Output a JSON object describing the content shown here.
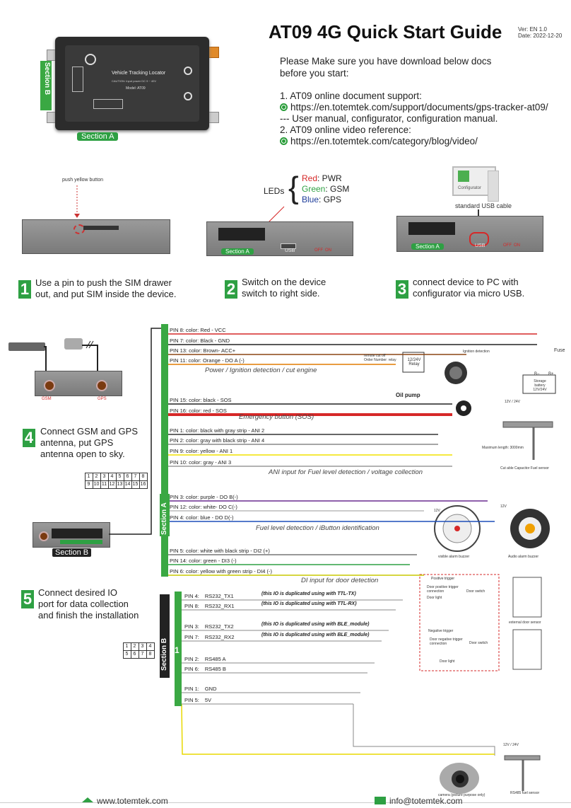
{
  "header": {
    "title": "AT09 4G Quick Start Guide",
    "version": "Ver: EN 1.0",
    "date": "Date: 2022-12-20"
  },
  "intro": {
    "line1": "Please Make sure you have download below docs",
    "line2": "before you start:",
    "item1": "1. AT09 online document support:",
    "link1": "https://en.totemtek.com/support/documents/gps-tracker-at09/",
    "item1_desc": "--- User manual, configurator, configuration manual.",
    "item2": "2. AT09 online video reference:",
    "link2": "https://en.totemtek.com/category/blog/video/"
  },
  "device_top": {
    "section_a": "Section A",
    "section_b": "Section B",
    "label": "Vehicle Tracking Locator",
    "model": "Model:  AT09",
    "caution": "CAUTION: Input power DC 9 ~ 40V"
  },
  "step_images": {
    "push_yellow": "push yellow button",
    "leds_label": "LEDs",
    "led_red": "Red",
    "led_red_val": ": PWR",
    "led_green": "Green",
    "led_green_val": ": GSM",
    "led_blue": "Blue",
    "led_blue_val": ":  GPS",
    "section_a": "Section A",
    "usb": "USB",
    "off": "OFF",
    "on": "ON",
    "configurator": "Configurator",
    "usb_cable": "standard USB cable"
  },
  "steps": [
    {
      "num": "1",
      "line1": "Use a pin to push the SIM drawer",
      "line2": "out, and put SIM inside the device."
    },
    {
      "num": "2",
      "line1": "Switch on the device",
      "line2": "switch to right side."
    },
    {
      "num": "3",
      "line1": "connect device to PC with",
      "line2": "configurator via micro USB."
    },
    {
      "num": "4",
      "line1": "Connect GSM and GPS",
      "line2": "antenna, put GPS",
      "line3": "antenna open to sky."
    },
    {
      "num": "5",
      "line1": "Connect desired IO",
      "line2": "port for data collection",
      "line3": "and finish the installation"
    }
  ],
  "antenna": {
    "gsm": "GSM",
    "gps": "GPS",
    "section_b": "Section B"
  },
  "connector_a": {
    "row1": [
      "1",
      "2",
      "3",
      "4",
      "5",
      "6",
      "7",
      "8"
    ],
    "row2": [
      "9",
      "10",
      "11",
      "12",
      "13",
      "14",
      "15",
      "16"
    ]
  },
  "connector_b": {
    "row1": [
      "1",
      "2",
      "3",
      "4"
    ],
    "row2": [
      "5",
      "6",
      "7",
      "8"
    ]
  },
  "section_a_bar": "Section A",
  "section_b_bar": "Section B",
  "section_b_num": "1",
  "pins_a": [
    {
      "label": "PIN 8:    color: Red - VCC",
      "color": "#d62828"
    },
    {
      "label": "PIN 7:    color: Black - GND",
      "color": "#222222"
    },
    {
      "label": "PIN 13:  color: Brown- ACC+",
      "color": "#8b4513"
    },
    {
      "label": "PIN 11:     color: Orange - DO A (-)",
      "color": "#e07b00"
    },
    {
      "label": "PIN 15:  color: black - SOS",
      "color": "#222222"
    },
    {
      "label": "PIN 16:  color: red - SOS",
      "color": "#d62828"
    },
    {
      "label": "PIN 1:    color: black with gray strip - ANI 2",
      "color": "#333333"
    },
    {
      "label": "PIN 2:    color: gray with black strip - ANI 4",
      "color": "#888888"
    },
    {
      "label": "PIN 9:    color: yellow - ANI 1",
      "color": "#f2e200"
    },
    {
      "label": "PIN 10:  color: gray - ANI 3",
      "color": "#999999"
    },
    {
      "label": "PIN 3:   color: purple  - DO B(-)",
      "color": "#6a2c91"
    },
    {
      "label": "PIN 12:  color: white-  DO C(-)",
      "color": "#bbbbbb"
    },
    {
      "label": "PIN 4:   color: blue  -  DO D(-)",
      "color": "#1d4fb8"
    },
    {
      "label": "PIN 5:   color: white with black strip  - DI2 (+)",
      "color": "#777777"
    },
    {
      "label": "PIN 14:  color: green -  DI3 (-)",
      "color": "#2ea043"
    },
    {
      "label": "PIN 6:   color: yellow with green strip  - DI4 (-)",
      "color": "#c8c800"
    }
  ],
  "group_labels": {
    "power": "Power / Ignition detection / cut engine",
    "emergency": "Emergency button (SOS)",
    "ani": "ANI input for Fuel level detection  / voltage collection",
    "fuel": "Fuel level detection / iButton identification",
    "di": "DI input for door detection"
  },
  "pins_b": [
    {
      "pin": "PIN 4:",
      "name": "RS232_TX1",
      "note": "(this IO is duplicated using with TTL-TX)"
    },
    {
      "pin": "PIN 8:",
      "name": "RS232_RX1",
      "note": "(this IO is duplicated using with TTL-RX)"
    },
    {
      "pin": "PIN 3:",
      "name": "RS232_TX2",
      "note": "(this IO is duplicated using with BLE_module)"
    },
    {
      "pin": "PIN 7:",
      "name": "RS232_RX2",
      "note": "(this IO is duplicated using with BLE_module)"
    },
    {
      "pin": "PIN 2:",
      "name": "RS485 A",
      "note": ""
    },
    {
      "pin": "PIN 6:",
      "name": "RS485 B",
      "note": ""
    },
    {
      "pin": "PIN 1:",
      "name": "GND",
      "note": ""
    },
    {
      "pin": "PIN 5:",
      "name": "5V",
      "note": ""
    }
  ],
  "wiring_labels": {
    "fuse": "Fuse",
    "remote_cutoff": "remote cut off",
    "order_number": "Order Number: relay",
    "relay": "12/24V Relay",
    "ignition": "Ignition detection",
    "battery": "Storage battery 12V/24V",
    "oil_pump": "Oil pump",
    "v12_24": "12V / 24V",
    "max_length": "Maximum length: 3000mm",
    "fuel_sensor": "Cut able Capacitor Fuel sensor",
    "v12": "12V",
    "visible_buzzer": "visible alarm buzzer",
    "audio_buzzer": "Audio alarm buzzer",
    "positive_trigger": "Positive trigger",
    "door_pos_conn": "Door positive trigger connection",
    "door_switch": "Door switch",
    "door_light": "Door light",
    "external_door": "external door sensor",
    "negative_trigger": "Negative trigger",
    "door_neg_conn": "Door negative trigger connection",
    "camera": "camera (picture purpose only)",
    "rs485_fuel": "RS485 fuel sensor",
    "bplus": "B+",
    "bminus": "B−"
  },
  "footer": {
    "website": "www.totemtek.com",
    "email": "info@totemtek.com"
  },
  "colors": {
    "accent_green": "#2ea043",
    "red": "#d62828"
  }
}
